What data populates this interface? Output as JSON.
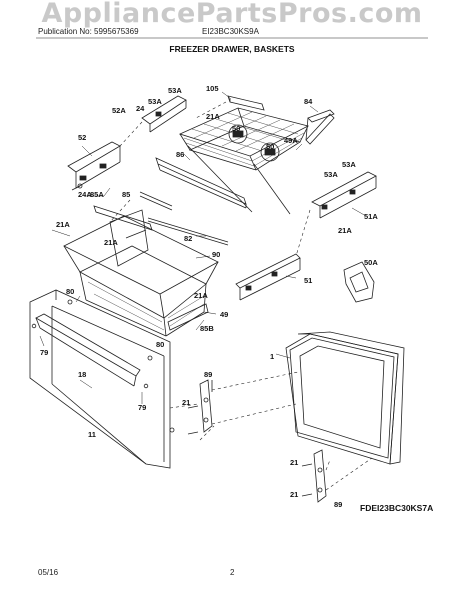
{
  "watermark": "AppliancePartsPros.com",
  "header": {
    "publication": "Publication No: 5995675369",
    "model": "EI23BC30KS9A"
  },
  "title": "FREEZER DRAWER, BASKETS",
  "diagram_code": "FDEI23BC30KS7A",
  "footer": {
    "date": "05/16",
    "page": "2"
  },
  "callouts": {
    "c105": "105",
    "c84": "84",
    "c53a_1": "53A",
    "c53a_2": "53A",
    "c52a": "52A",
    "c24": "24",
    "c21a_top": "21A",
    "c50_1": "50",
    "c50_2": "50",
    "c49a": "49A",
    "c86": "86",
    "c52": "52",
    "c24a": "24A",
    "c53a_r1": "53A",
    "c53a_r2": "53A",
    "c51a": "51A",
    "c21a_r": "21A",
    "c85a": "85A",
    "c85": "85",
    "c21a_l": "21A",
    "c21a_m": "21A",
    "c82": "82",
    "c90": "90",
    "c50a": "50A",
    "c51": "51",
    "c80_1": "80",
    "c21a_b": "21A",
    "c49": "49",
    "c85b": "85B",
    "c79_1": "79",
    "c80_2": "80",
    "c18": "18",
    "c79_2": "79",
    "c11": "11",
    "c1": "1",
    "c89_1": "89",
    "c21_1": "21",
    "c21_2": "21",
    "c21_3": "21",
    "c89_2": "89"
  }
}
